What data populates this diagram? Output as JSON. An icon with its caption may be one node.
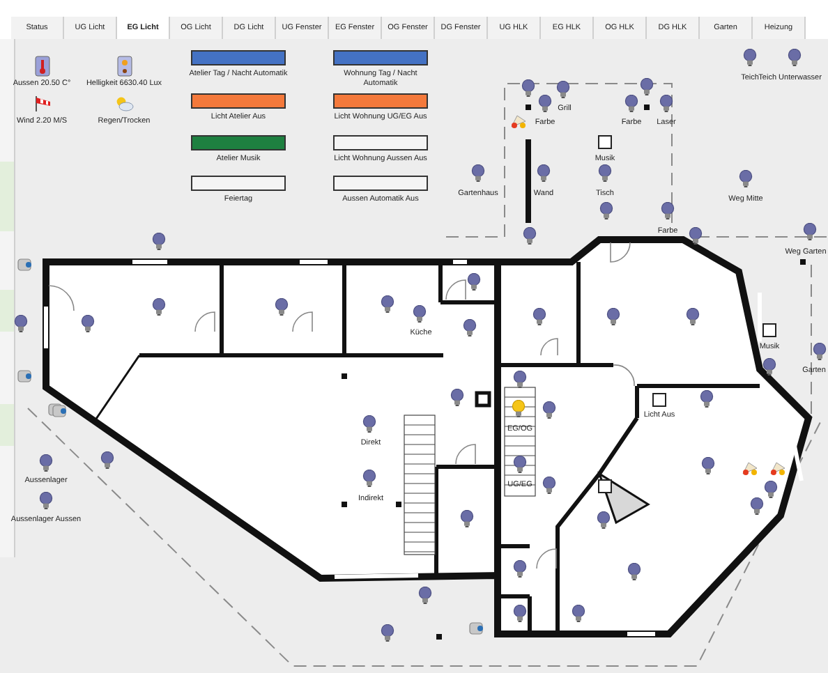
{
  "diagram": {
    "nodes": [
      {
        "text": [],
        "shape": "box",
        "beside": [
          "Atelier Tag / Nacht Automatik"
        ]
      },
      {
        "text": [],
        "shape": "box",
        "beside": [
          "Wohnung Tag / Nacht Automatik"
        ]
      },
      {
        "text": [],
        "shape": "box",
        "beside": [
          "Licht Atelier Aus"
        ]
      },
      {
        "text": [],
        "shape": "box",
        "beside": [
          "Licht Wohnung UG/EG Aus"
        ]
      },
      {
        "text": [],
        "shape": "box",
        "beside": [
          "Atelier Musik"
        ]
      },
      {
        "text": [],
        "shape": "box",
        "beside": [
          "Licht Wohnung Aussen Aus"
        ]
      },
      {
        "text": [],
        "shape": "box",
        "beside": [
          "Feiertag"
        ]
      },
      {
        "text": [],
        "shape": "box",
        "beside": [
          "Aussen Automatik Aus"
        ]
      }
    ],
    "edges": [],
    "labels": [
      "Status",
      "UG Licht",
      "EG Licht",
      "OG Licht",
      "DG Licht",
      "UG Fenster",
      "EG Fenster",
      "OG Fenster",
      "DG Fenster",
      "UG HLK",
      "EG HLK",
      "OG HLK",
      "DG HLK",
      "Garten",
      "Heizung",
      "Aussen 20.50 C°",
      "Helligkeit 6630.40 Lux",
      "Wind 2.20 M/S",
      "Regen/Trocken",
      "Teich",
      "Teich Unterwasser",
      "Grill",
      "Farbe",
      "Farbe",
      "Laser",
      "Musik",
      "Gartenhaus",
      "Wand",
      "Tisch",
      "Weg Mitte",
      "Farbe",
      "Weg Garten",
      "Küche",
      "Musik",
      "Garten",
      "Licht Aus",
      "Direkt",
      "EG/OG",
      "Indirekt",
      "UG/EG",
      "Aussenlager",
      "Aussenlager Aussen"
    ]
  }
}
